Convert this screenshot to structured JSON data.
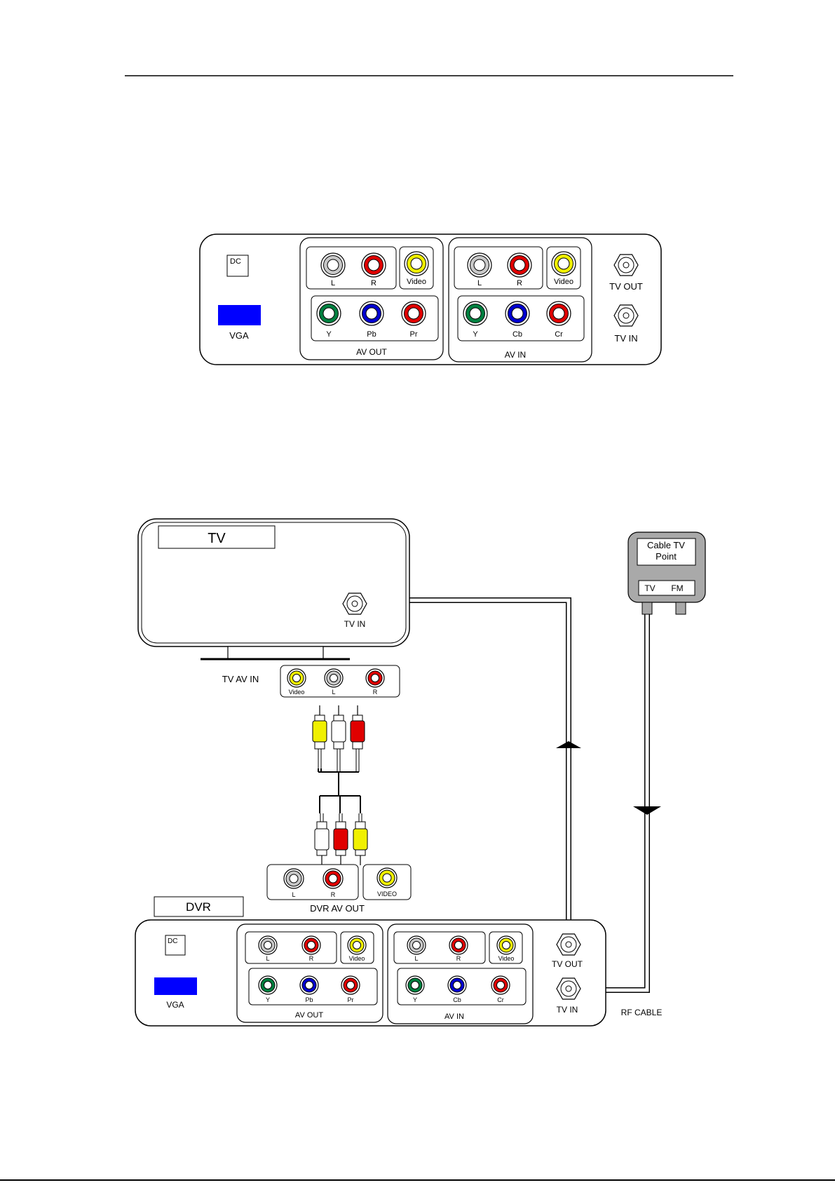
{
  "panel": {
    "dc": "DC",
    "vga": "VGA",
    "av_out": {
      "label": "AV OUT",
      "audio": [
        "L",
        "R"
      ],
      "video": "Video",
      "component": [
        "Y",
        "Pb",
        "Pr"
      ]
    },
    "av_in": {
      "label": "AV IN",
      "audio": [
        "L",
        "R"
      ],
      "video": "Video",
      "component": [
        "Y",
        "Cb",
        "Cr"
      ]
    },
    "tv_out": "TV OUT",
    "tv_in": "TV IN"
  },
  "connection": {
    "tv": {
      "title": "TV",
      "tv_in": "TV IN"
    },
    "tv_av_in": {
      "label": "TV AV IN",
      "jacks": [
        "Video",
        "L",
        "R"
      ]
    },
    "cable_point": {
      "title_line1": "Cable TV",
      "title_line2": "Point",
      "ports": [
        "TV",
        "FM"
      ]
    },
    "dvr_av_out": {
      "label": "DVR AV OUT",
      "jacks": [
        "L",
        "R"
      ],
      "video": "VIDEO"
    },
    "dvr_label": "DVR",
    "dvr": {
      "dc": "DC",
      "vga": "VGA",
      "av_out": {
        "label": "AV OUT",
        "audio": [
          "L",
          "R"
        ],
        "video": "Video",
        "component": [
          "Y",
          "Pb",
          "Pr"
        ]
      },
      "av_in": {
        "label": "AV IN",
        "audio": [
          "L",
          "R"
        ],
        "video": "Video",
        "component": [
          "Y",
          "Cb",
          "Cr"
        ]
      },
      "tv_out": "TV OUT",
      "tv_in": "TV IN"
    },
    "rf_cable": "RF CABLE"
  },
  "colors": {
    "white_jack": "#c8c8c8",
    "red_jack": "#e00000",
    "yellow_jack": "#f0f000",
    "green_jack": "#008040",
    "blue_jack": "#0000d0",
    "vga": "#0000ff",
    "cable_box": "#a9a9a9"
  }
}
